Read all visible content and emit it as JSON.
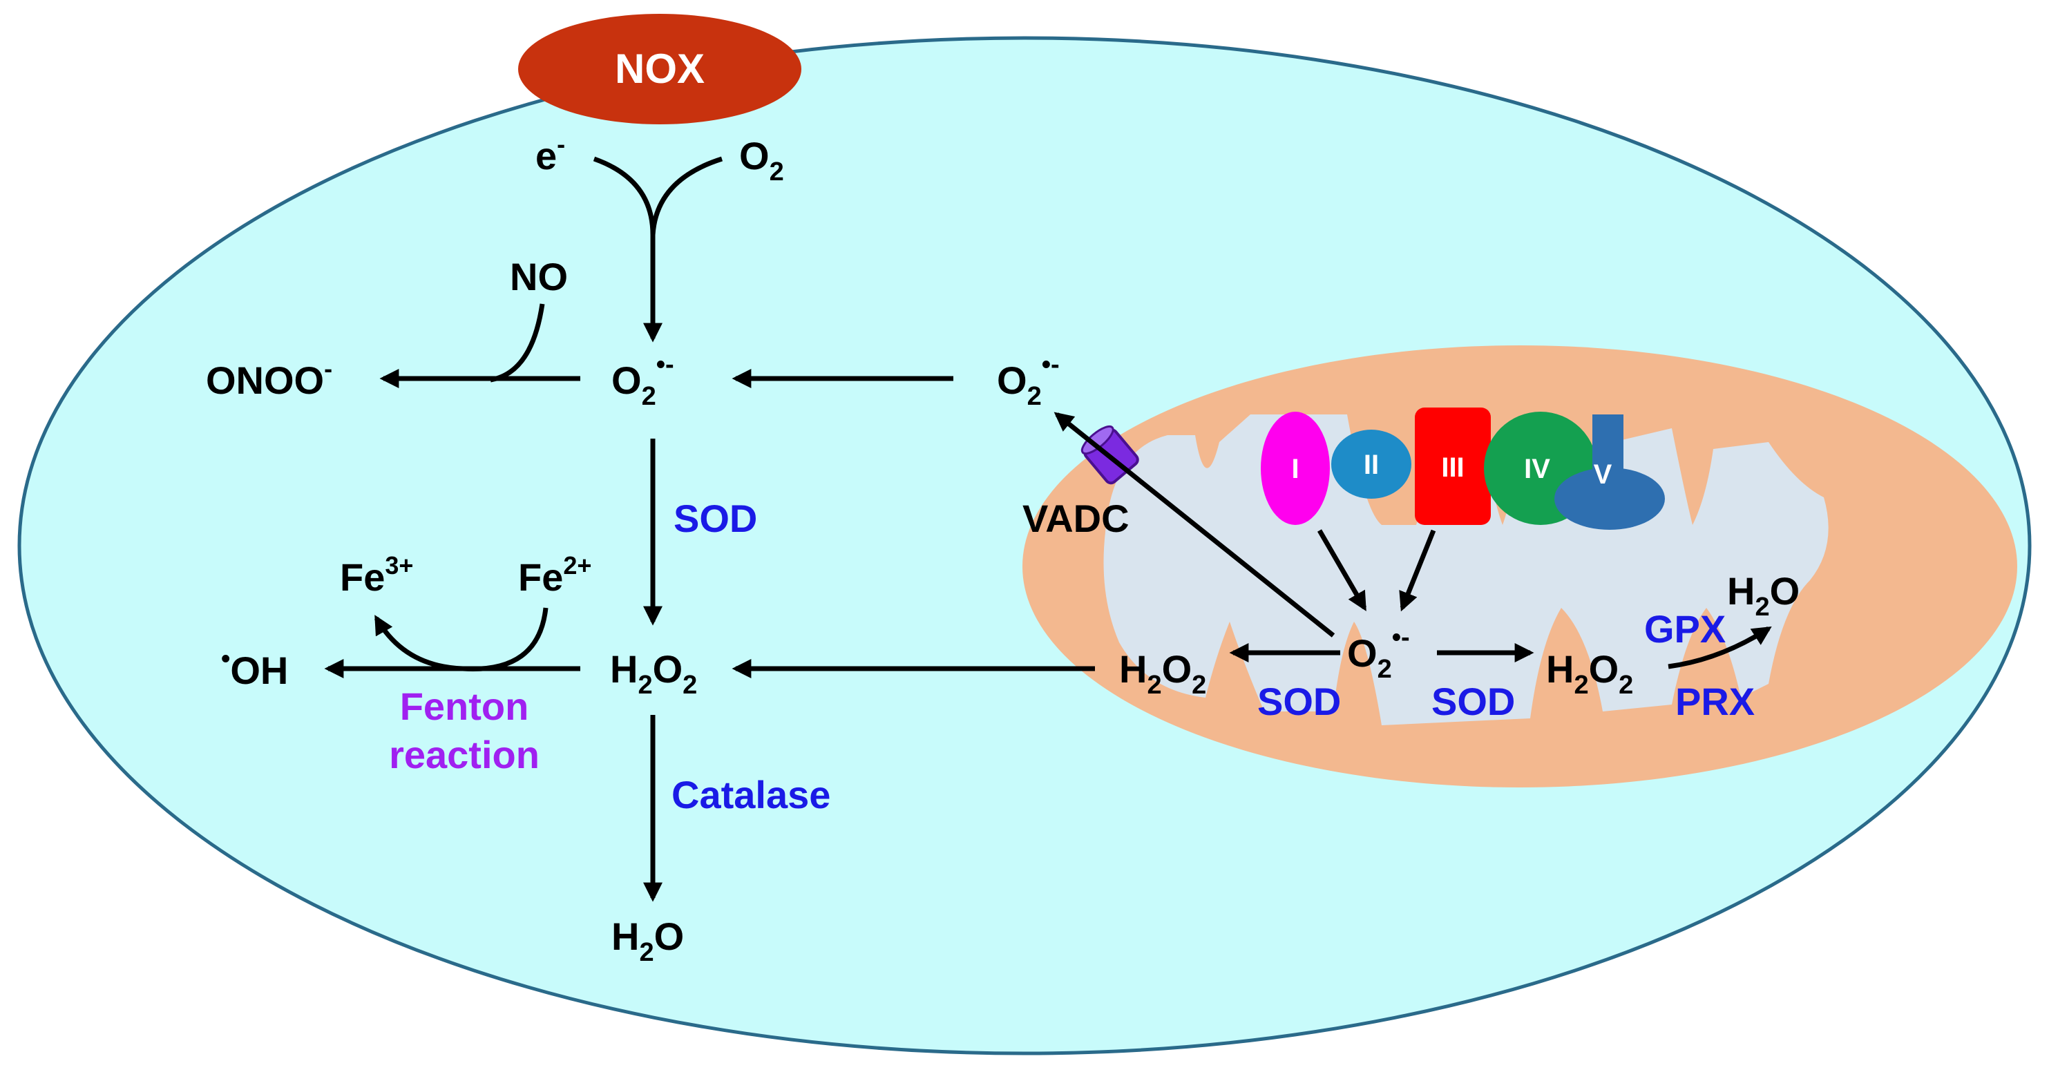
{
  "colors": {
    "cell_fill": "#c8fbfb",
    "mito_outer": "#f3b88f",
    "mito_inner": "#d9e4ee",
    "nox": "#c8320e",
    "enzyme": "#1a1ae6",
    "fenton": "#a020f0",
    "complex_I": "#ff00ee",
    "complex_II": "#1e8cc8",
    "complex_III": "#ff0000",
    "complex_IV": "#14a050",
    "complex_V": "#2e6fb0",
    "vadc": "#7b2ae0"
  },
  "nox": {
    "label": "NOX"
  },
  "species": {
    "electron": {
      "base": "e",
      "sup": "-"
    },
    "oxygen": {
      "base": "O",
      "sub": "2"
    },
    "nitric_oxide": "NO",
    "peroxynitrite": {
      "base": "ONOO",
      "sup": "-"
    },
    "superoxide": {
      "base": "O",
      "sub": "2",
      "sup": "•-"
    },
    "superoxide_mito_out": {
      "base": "O",
      "sub": "2",
      "sup": "•-"
    },
    "superoxide_mito": {
      "base": "O",
      "sub": "2",
      "sup": "•-"
    },
    "fe3": {
      "base": "Fe",
      "sup": "3+"
    },
    "fe2": {
      "base": "Fe",
      "sup": "2+"
    },
    "hydroxyl": {
      "pre": "•",
      "base": "OH"
    },
    "h2o2_center": {
      "a": "H",
      "sub1": "2",
      "b": "O",
      "sub2": "2"
    },
    "h2o2_mito_left": {
      "a": "H",
      "sub1": "2",
      "b": "O",
      "sub2": "2"
    },
    "h2o2_mito_right": {
      "a": "H",
      "sub1": "2",
      "b": "O",
      "sub2": "2"
    },
    "water_bottom": {
      "a": "H",
      "sub": "2",
      "b": "O"
    },
    "water_mito": {
      "a": "H",
      "sub": "2",
      "b": "O"
    }
  },
  "enzymes": {
    "sod_center": "SOD",
    "catalase": "Catalase",
    "sod_mito_left": "SOD",
    "sod_mito_right": "SOD",
    "gpx": "GPX",
    "prx": "PRX"
  },
  "fenton": {
    "line1": "Fenton",
    "line2": "reaction"
  },
  "vadc": {
    "label": "VADC"
  },
  "complexes": {
    "I": "I",
    "II": "II",
    "III": "III",
    "IV": "IV",
    "V": "V"
  }
}
